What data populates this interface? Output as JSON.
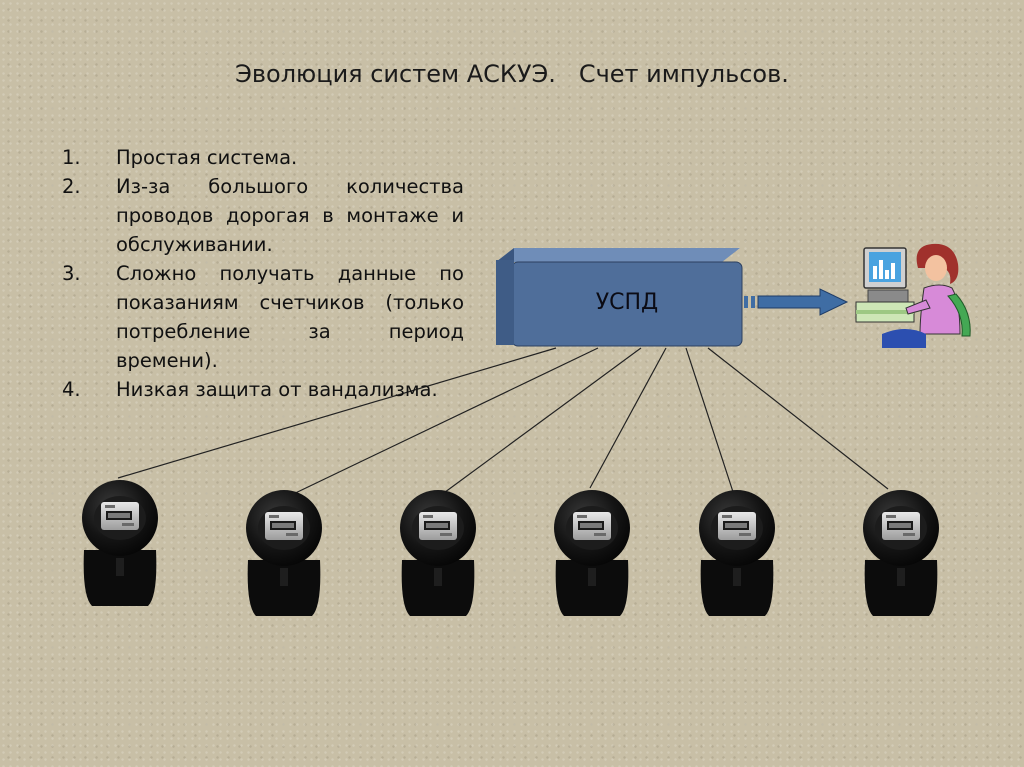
{
  "slide": {
    "title": "Эволюция систем АСКУЭ.   Счет импульсов.",
    "points": [
      {
        "num": "1.",
        "text": "Простая система."
      },
      {
        "num": "2.",
        "text": "Из-за большого количества проводов дорогая в монтаже и обслуживании."
      },
      {
        "num": "3.",
        "text": "Сложно получать данные по показаниям счетчиков (только потребление за период времени)."
      },
      {
        "num": "4.",
        "text": "Низкая защита от вандализма."
      }
    ]
  },
  "diagram": {
    "hub_label": "УСПД",
    "hub_color": "#4f6e9a",
    "arrow_color": "#3f6da4",
    "meter_count": 6,
    "meter_icon": "electricity-meter-icon",
    "operator_icon": "operator-at-computer-icon"
  }
}
